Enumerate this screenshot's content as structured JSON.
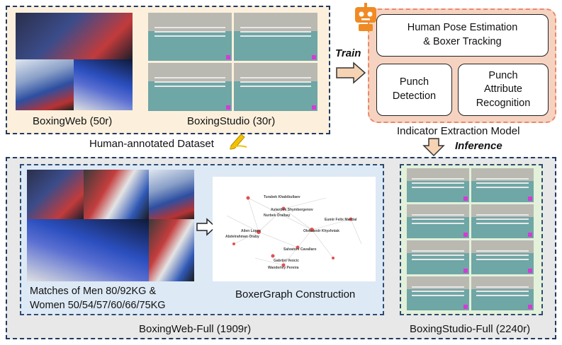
{
  "top_left": {
    "web_caption": "BoxingWeb (50r)",
    "studio_caption": "BoxingStudio (30r)",
    "dataset_label": "Human-annotated Dataset"
  },
  "train_label": "Train",
  "inference_label": "Inference",
  "model": {
    "title": "Indicator Extraction Model",
    "modules": [
      "Human Pose Estimation\n& Boxer Tracking",
      "Punch\nDetection",
      "Punch\nAttribute\nRecognition"
    ]
  },
  "bottom": {
    "matches_line1": "Matches of Men 80/92KG &",
    "matches_line2": "Women 50/54/57/60/66/75KG",
    "graph_label": "BoxerGraph Construction",
    "web_full": "BoxingWeb-Full (1909r)",
    "studio_full": "BoxingStudio-Full (2240r)"
  },
  "graph_nodes": [
    "Turabek Khabibullaev",
    "Nurbek Oralbay",
    "Aslanbek Shymbergenov",
    "Ailen Lopez",
    "Abdelrahman Oraby",
    "Oleksandr Khyzhniak",
    "Eumir Felix Marcial",
    "Salvatore Cavallaro",
    "Gabrijel Veocic",
    "Wanderley Pereira"
  ],
  "colors": {
    "dataset_bg": "#fcf0dc",
    "model_bg": "#f6d3c1",
    "model_border": "#e88a6a",
    "bottom_bg": "#e8e8e8",
    "web_panel_bg": "#dde9f5",
    "studio_panel_bg": "#e3f1da",
    "frame_border": "#1f3a60",
    "arrow_fill": "#f6d3b3",
    "robot": "#f08a24"
  }
}
